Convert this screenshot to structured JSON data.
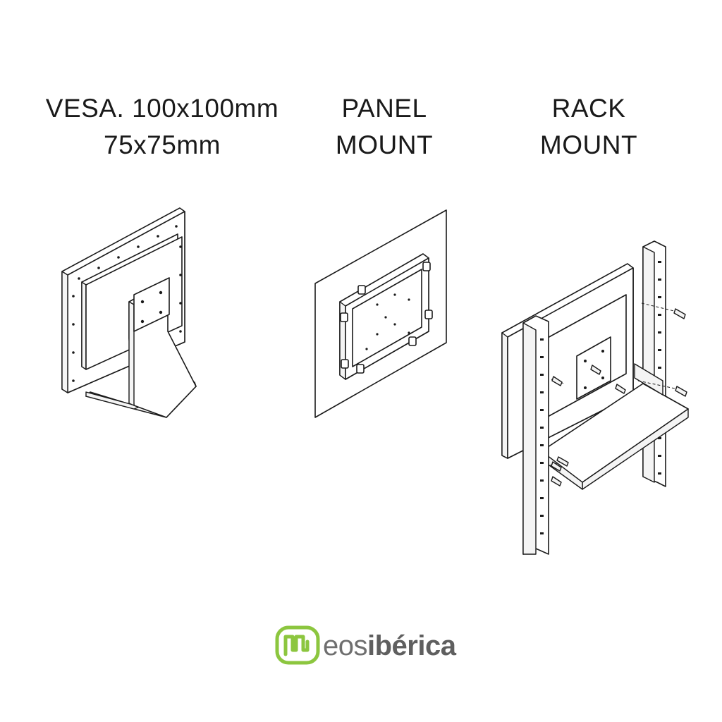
{
  "captions": {
    "vesa": {
      "line1": "VESA. 100x100mm",
      "line2": "75x75mm"
    },
    "panel": {
      "line1": "PANEL",
      "line2": "MOUNT"
    },
    "rack": {
      "line1": "RACK",
      "line2": "MOUNT"
    }
  },
  "logo": {
    "text_light": "eos",
    "text_bold": "ibérica",
    "mark_color": "#8cc63f",
    "text_color": "#6f6f6f"
  },
  "illustrations": [
    "vesa-stand-monitor",
    "panel-mount-monitor",
    "rack-mount-monitor"
  ]
}
